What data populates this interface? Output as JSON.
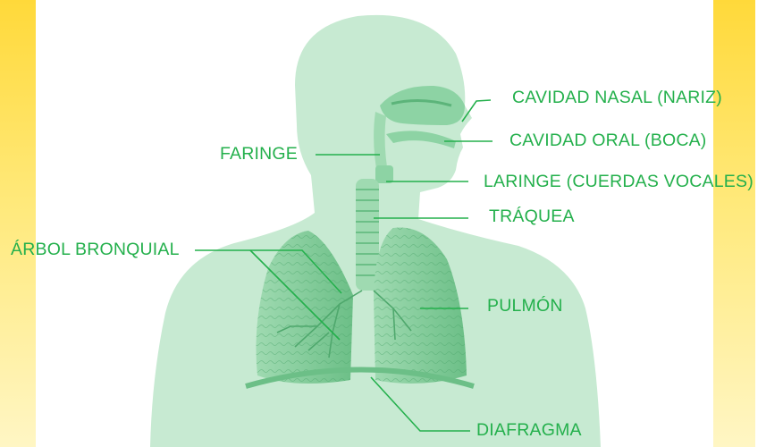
{
  "labels": {
    "nasal_cavity": "CAVIDAD NASAL (NARIZ)",
    "oral_cavity": "CAVIDAD ORAL (BOCA)",
    "pharynx": "FARINGE",
    "larynx": "LARINGE (CUERDAS VOCALES)",
    "trachea": "TRÁQUEA",
    "bronchial_tree": "ÁRBOL BRONQUIAL",
    "lung": "PULMÓN",
    "diaphragm": "DIAFRAGMA"
  },
  "colors": {
    "label_text": "#24b04c",
    "leader_line": "#24b04c",
    "body_fill": "#c7ead2",
    "organ_fill": "#86cf9e",
    "organ_dark": "#5cb47a",
    "stripe_yellow": "#ffd93a"
  }
}
